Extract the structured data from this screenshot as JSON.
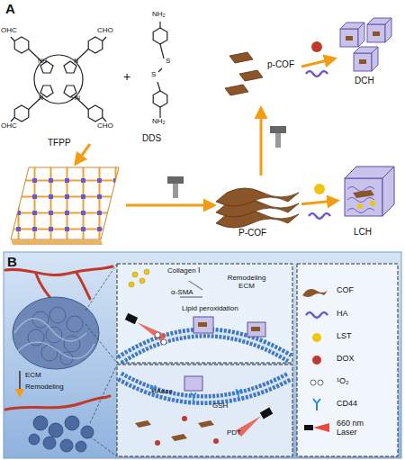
{
  "diagram": {
    "nodes": [
      {
        "text": [
          "TFPP"
        ]
      },
      {
        "text": [
          "DDS"
        ]
      },
      {
        "text": [
          "p-COF"
        ]
      },
      {
        "text": [
          "DCH"
        ]
      },
      {
        "text": [
          "P-COF"
        ]
      },
      {
        "text": [
          "LCH"
        ]
      },
      {
        "text": [
          "Collagen Ⅰ",
          "Remodeling ECM",
          "α-SMA",
          "Lipid peroxidation"
        ]
      },
      {
        "text": [
          "HAase",
          "GSH",
          "PDT"
        ]
      }
    ],
    "edges": [
      {
        "from": 4,
        "to": 2,
        "arrow": "to"
      },
      {
        "from": 2,
        "to": 3,
        "arrow": "to"
      },
      {
        "from": 4,
        "to": 5,
        "arrow": "to"
      }
    ],
    "labels": [
      "A",
      "OHC",
      "CHO",
      "NH",
      "N",
      "N",
      "HN",
      "OHC",
      "CHO",
      "+",
      "NH₂",
      "S",
      "S",
      "NH₂",
      "B",
      "ECM",
      "Remodeling"
    ],
    "legend": [
      {
        "text": "COF"
      },
      {
        "text": "HA"
      },
      {
        "text": "LST"
      },
      {
        "text": "DOX"
      },
      {
        "text": "¹O₂"
      },
      {
        "text": "CD44"
      },
      {
        "text": "660 nm Laser"
      }
    ]
  }
}
